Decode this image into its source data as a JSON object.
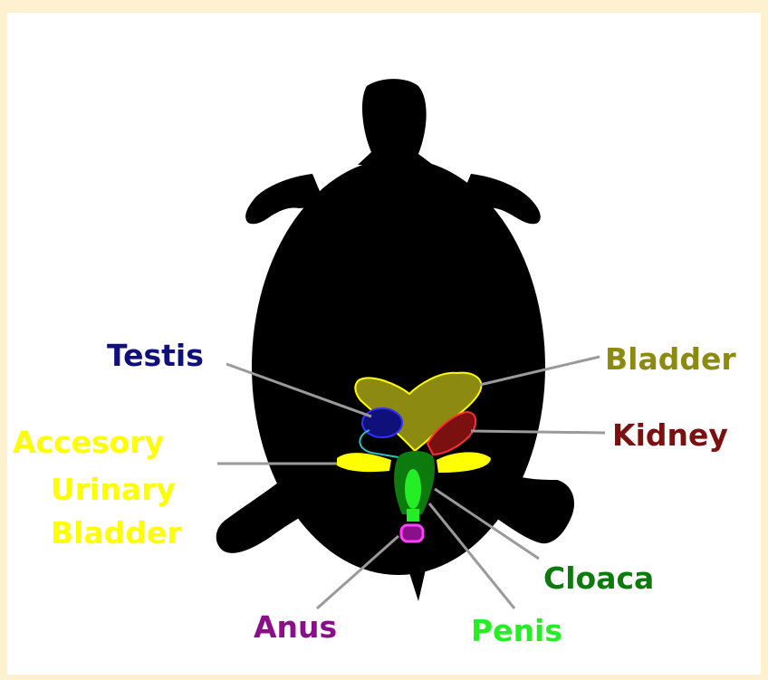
{
  "diagram": {
    "labels": {
      "testis": "Testis",
      "bladder": "Bladder",
      "kidney": "Kidney",
      "accessory_line1": "Accesory",
      "accessory_line2": "Urinary",
      "accessory_line3": "Bladder",
      "cloaca": "Cloaca",
      "anus": "Anus",
      "penis": "Penis"
    },
    "colors": {
      "background": "#fdf1cf",
      "turtle": "#000000",
      "testis": "#10107a",
      "bladder": "#8c8a10",
      "kidney": "#7a1010",
      "accessory": "#ffff00",
      "cloaca": "#0c7a0c",
      "penis": "#26ee26",
      "anus": "#8a108a",
      "leader": "#9a9a9a"
    }
  }
}
